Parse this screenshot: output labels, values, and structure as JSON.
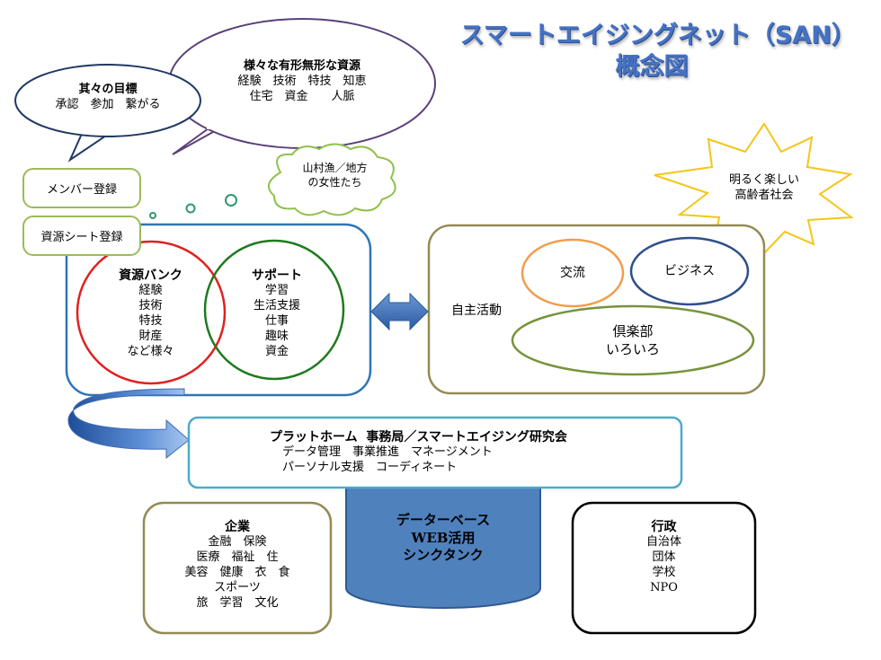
{
  "title": "スマートエイジングネット（SAN）概念図",
  "bubbles": {
    "goal": {
      "heading": "其々の目標",
      "lines": [
        "承認　参加　繋がる"
      ]
    },
    "resources": {
      "heading": "様々な有形無形な資源",
      "lines": [
        "経験　技術　特技　知恵",
        "住宅　資金　　人脈"
      ]
    },
    "cloud": {
      "lines": [
        "山村漁／地方",
        "の女性たち"
      ]
    }
  },
  "star": {
    "lines": [
      "明るく楽しい",
      "高齢者社会"
    ]
  },
  "registration": {
    "member": "メンバー登録",
    "resource_sheet": "資源シート登録"
  },
  "resource_bank": {
    "heading": "資源バンク",
    "items": [
      "経験",
      "技術",
      "特技",
      "財産",
      "など様々"
    ]
  },
  "support": {
    "heading": "サポート",
    "items": [
      "学習",
      "生活支援",
      "仕事",
      "趣味",
      "資金"
    ]
  },
  "activities": {
    "label": "自主活動",
    "exchange": "交流",
    "business": "ビジネス",
    "club": {
      "line1": "倶楽部",
      "line2": "いろいろ"
    }
  },
  "platform": {
    "heading": "プラットホーム  事務局／スマートエイジング研究会",
    "lines": [
      "データ管理　事業推進　マネージメント",
      "パーソナル支援　コーディネート"
    ]
  },
  "database": {
    "lines": [
      "データーベース",
      "WEB活用",
      "シンクタンク"
    ]
  },
  "enterprise": {
    "heading": "企業",
    "lines": [
      "金融　保険",
      "医療　福祉　住",
      "美容　健康　衣　食",
      "スポーツ",
      "旅　学習　文化"
    ]
  },
  "government": {
    "heading": "行政",
    "lines": [
      "自治体",
      "団体",
      "学校",
      "NPO"
    ]
  },
  "colors": {
    "title": "#4472c4",
    "red": "#e02020",
    "green": "#1f7a1f",
    "blue_frame": "#2e75b6",
    "olive": "#948a54",
    "orange": "#f39c4a",
    "navy": "#2f4f8a",
    "sky": "#4bacc6",
    "cylinder": "#4f81bd",
    "star": "#f5c518",
    "bubble": "#5a3f7a",
    "reg_border": "#9bbb59"
  }
}
